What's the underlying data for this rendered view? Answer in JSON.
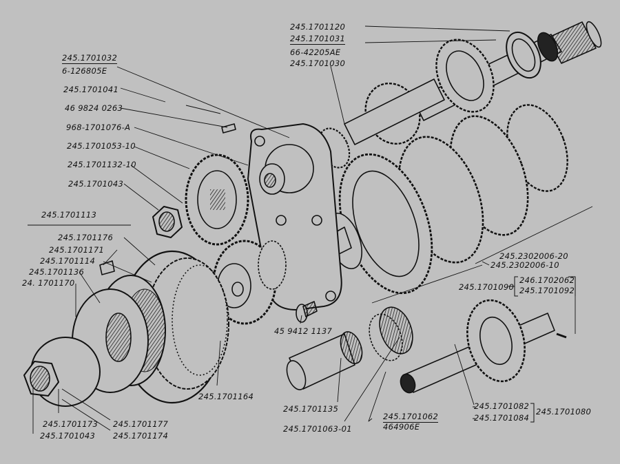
{
  "diagram": {
    "colors": {
      "background": "#c0c0c0",
      "ink": "#111111"
    },
    "labels": {
      "output_shaft_top": "245.1701120",
      "bearing_top_1": "245.1701031",
      "bearing_top_2": "66-42205AE",
      "output_shaft": "245.1701030",
      "bearing_cover_1": "245.1701032",
      "bearing_cover_2": "6-126805E",
      "cover": "245.1701041",
      "pin": "46 9824 0263",
      "ring": "968-1701076-A",
      "gear_1": "245.1701053-10",
      "gear_2": "245.1701132-10",
      "nut_1": "245.1701043",
      "synchro_group": "245.1701113",
      "hub_1": "245.1701176",
      "key": "245.1701171",
      "sleeve_a": "245.1701114",
      "synchro_ring": "245.1701136",
      "ring_b": "24. 1701170",
      "hub_2": "245.1701164",
      "bolt": "45 9412 1137",
      "countershaft_1": "245.2302006-20",
      "countershaft_2": "245.2302006-10",
      "reverse_group": "245.1701090",
      "reverse_1": "246.1702062",
      "reverse_2": "245.1701092",
      "bushing": "245.1701135",
      "needle_bearing": "245.1701063-01",
      "bearing_b_1": "245.1701062",
      "bearing_b_2": "464906E",
      "reverse_shaft_1": "245.1701082",
      "reverse_shaft_2": "245.1701084",
      "reverse_shaft_group": "245.1701080",
      "washer_1": "245.1701173",
      "nut_2": "245.1701043",
      "washer_2": "245.1701177",
      "washer_3": "245.1701174"
    }
  }
}
